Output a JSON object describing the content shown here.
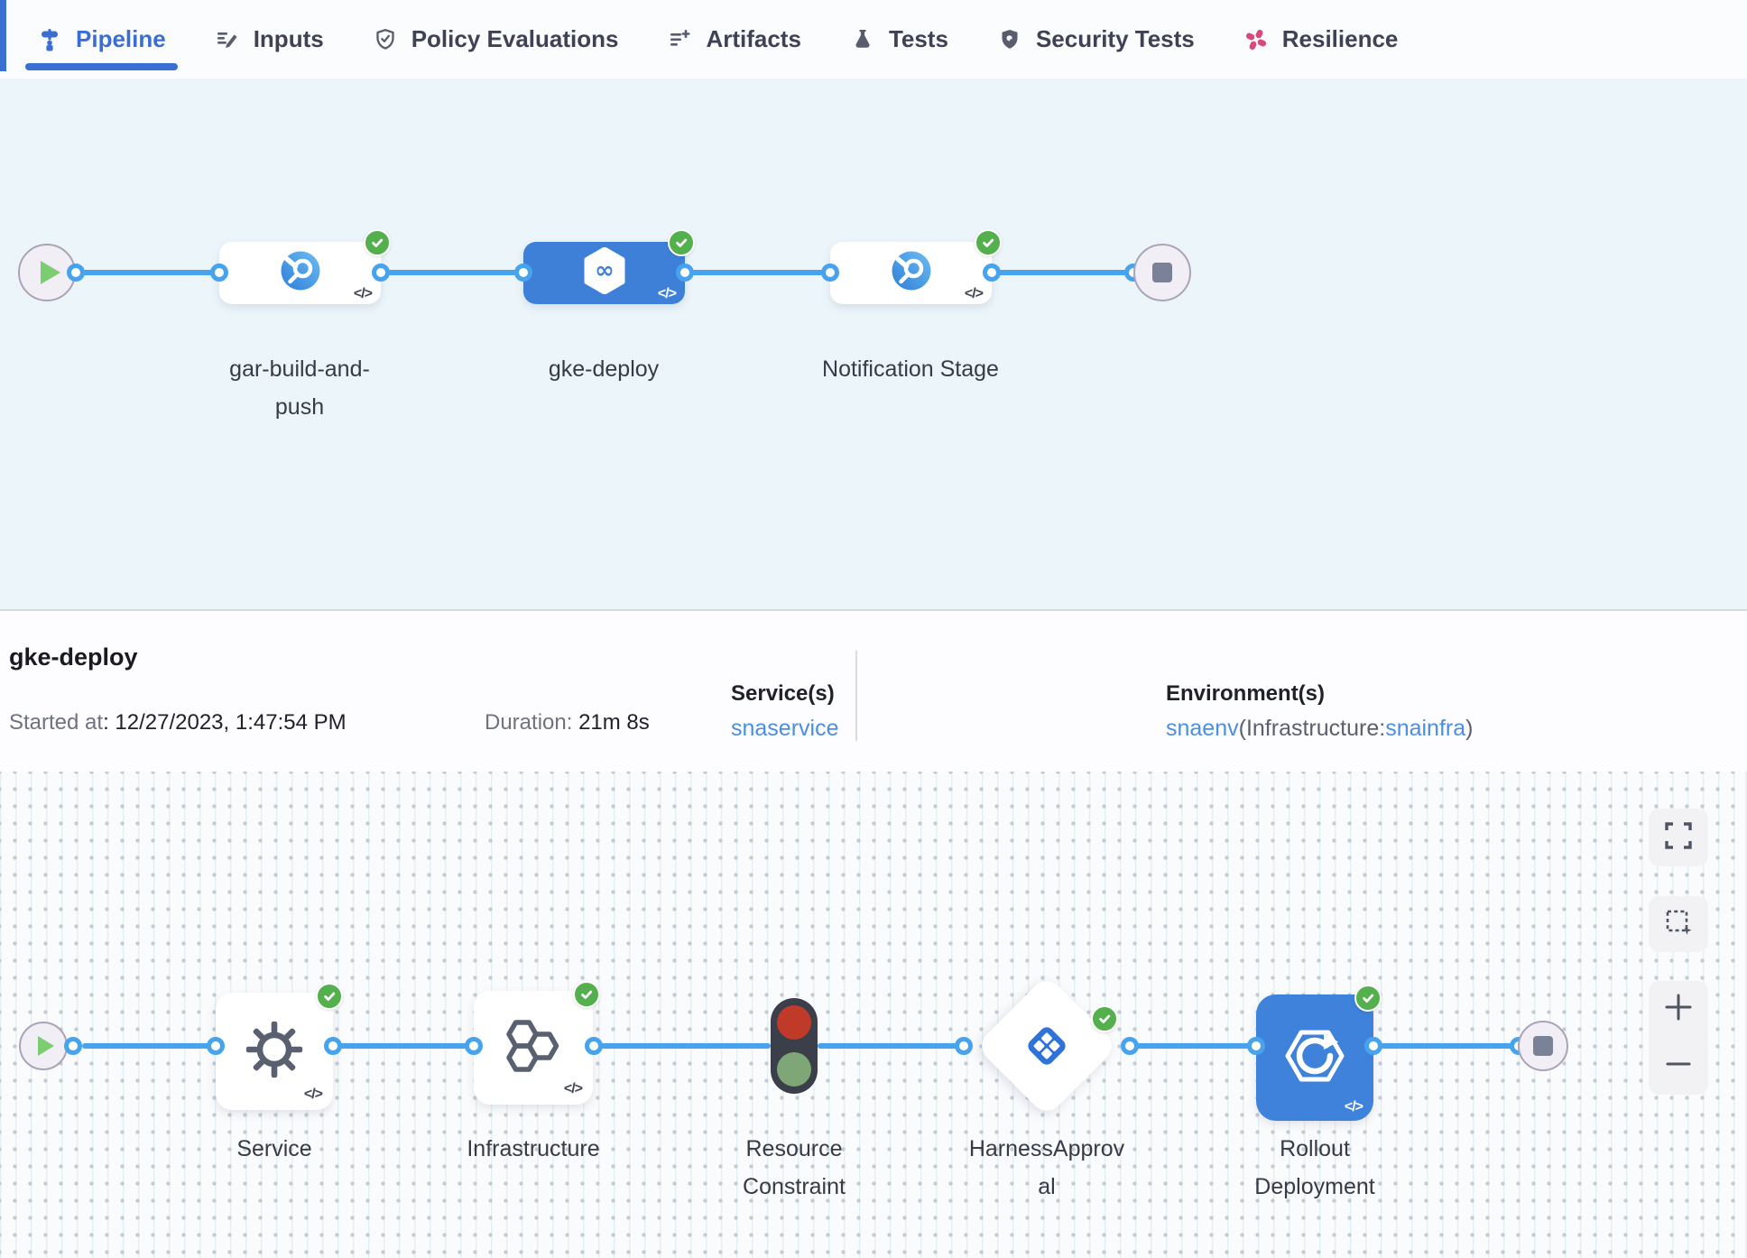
{
  "colors": {
    "accent_blue": "#3a6fd1",
    "edge_blue": "#47a3ee",
    "success_green": "#54b04c",
    "selected_stage_blue": "#3e80d8",
    "resilience_pink": "#d9487c",
    "link_blue": "#4a8fe2",
    "top_canvas_bg": "#ecf6fa",
    "bottom_canvas_bg": "#fafbfc"
  },
  "tabs": {
    "items": [
      {
        "label": "Pipeline",
        "icon": "pipeline-icon",
        "active": true
      },
      {
        "label": "Inputs",
        "icon": "inputs-icon",
        "active": false
      },
      {
        "label": "Policy Evaluations",
        "icon": "policy-evaluations-icon",
        "active": false
      },
      {
        "label": "Artifacts",
        "icon": "artifacts-icon",
        "active": false
      },
      {
        "label": "Tests",
        "icon": "tests-icon",
        "active": false
      },
      {
        "label": "Security Tests",
        "icon": "security-tests-icon",
        "active": false
      },
      {
        "label": "Resilience",
        "icon": "resilience-icon",
        "active": false
      }
    ]
  },
  "stage_graph": {
    "code_badge": "</>",
    "stages": [
      {
        "label": "gar-build-and-push",
        "status": "success",
        "selected": false,
        "icon": "custom-stage-icon"
      },
      {
        "label": "gke-deploy",
        "status": "success",
        "selected": true,
        "icon": "cd-stage-icon"
      },
      {
        "label": "Notification Stage",
        "status": "success",
        "selected": false,
        "icon": "custom-stage-icon"
      }
    ]
  },
  "details": {
    "title": "gke-deploy",
    "started_label": "Started at",
    "started_value": ": 12/27/2023, 1:47:54 PM",
    "duration_label": "Duration:",
    "duration_value": "21m 8s",
    "services_label": "Service(s)",
    "services_value": "snaservice",
    "environments_label": "Environment(s)",
    "environment_name": "snaenv",
    "environment_infra_prefix": "(Infrastructure:",
    "environment_infra_name": "snainfra",
    "environment_suffix": ")"
  },
  "execution_graph": {
    "code_badge": "</>",
    "steps": [
      {
        "label": "Service",
        "status": "success",
        "icon": "gear-icon"
      },
      {
        "label": "Infrastructure",
        "status": "success",
        "icon": "honeycomb-icon"
      },
      {
        "label": "Resource Constraint",
        "status": "none",
        "icon": "traffic-light-icon"
      },
      {
        "label": "HarnessApproval",
        "status": "success",
        "icon": "approval-diamond-icon"
      },
      {
        "label": "Rollout Deployment",
        "status": "success",
        "icon": "rollout-icon"
      }
    ]
  },
  "controls": {
    "items": [
      {
        "name": "fullscreen",
        "icon": "fullscreen-icon"
      },
      {
        "name": "marquee-select",
        "icon": "marquee-select-icon"
      },
      {
        "name": "zoom-in",
        "icon": "plus-icon"
      },
      {
        "name": "zoom-out",
        "icon": "minus-icon"
      }
    ]
  }
}
